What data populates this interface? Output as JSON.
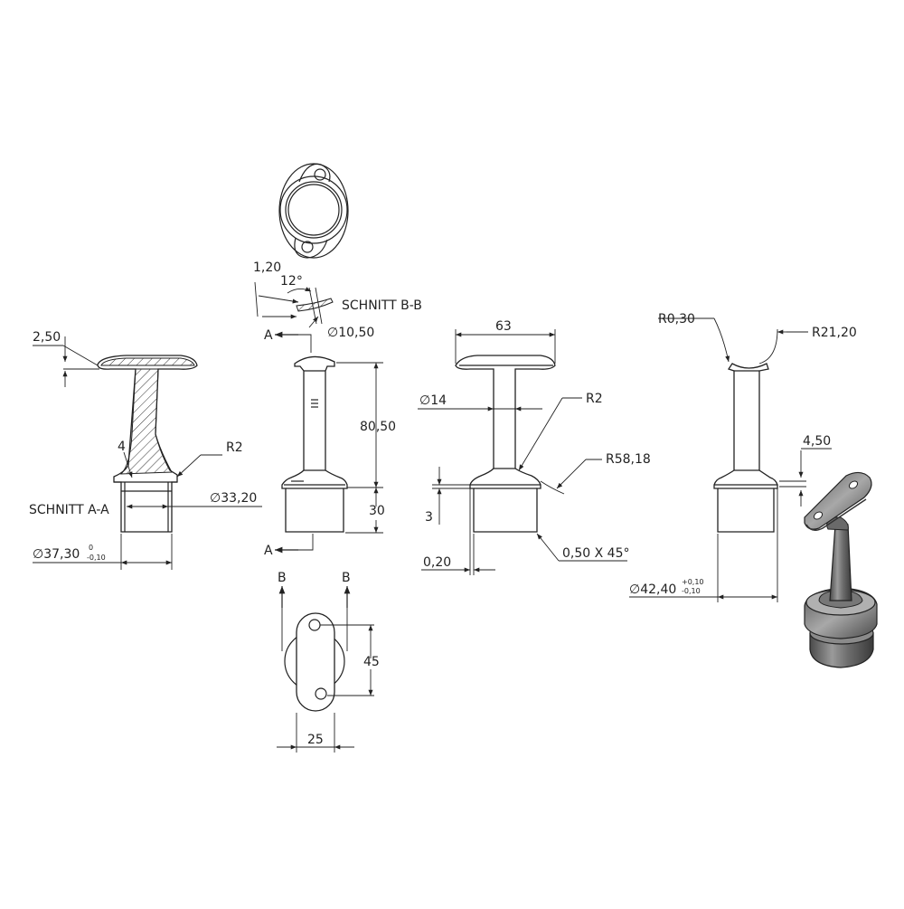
{
  "section_aa_label": "SCHNITT A-A",
  "section_bb_label": "SCHNITT B-B",
  "cut_marker_a": "A",
  "cut_marker_b": "B",
  "dims": {
    "flange_thickness": "2,50",
    "wall_thickness": "4",
    "radius_r2": "R2",
    "inner_diameter": "∅33,20",
    "outer_diameter": "∅37,30",
    "outer_diameter_tol_upper": "0",
    "outer_diameter_tol_lower": "-0,10",
    "bb_thickness": "1,20",
    "bb_angle": "12°",
    "hole_diameter": "∅10,50",
    "height_total": "80,50",
    "sleeve_height": "30",
    "saddle_width": "63",
    "stem_diameter": "∅14",
    "radius_r58": "R58,18",
    "step_height": "3",
    "offset": "0,20",
    "chamfer": "0,50 X 45°",
    "radius_r030": "R0,30",
    "radius_r2120": "R21,20",
    "collar_height": "4,50",
    "base_diameter": "∅42,40",
    "base_tol_upper": "+0,10",
    "base_tol_lower": "-0,10",
    "hole_spacing": "45",
    "plate_width": "25"
  }
}
